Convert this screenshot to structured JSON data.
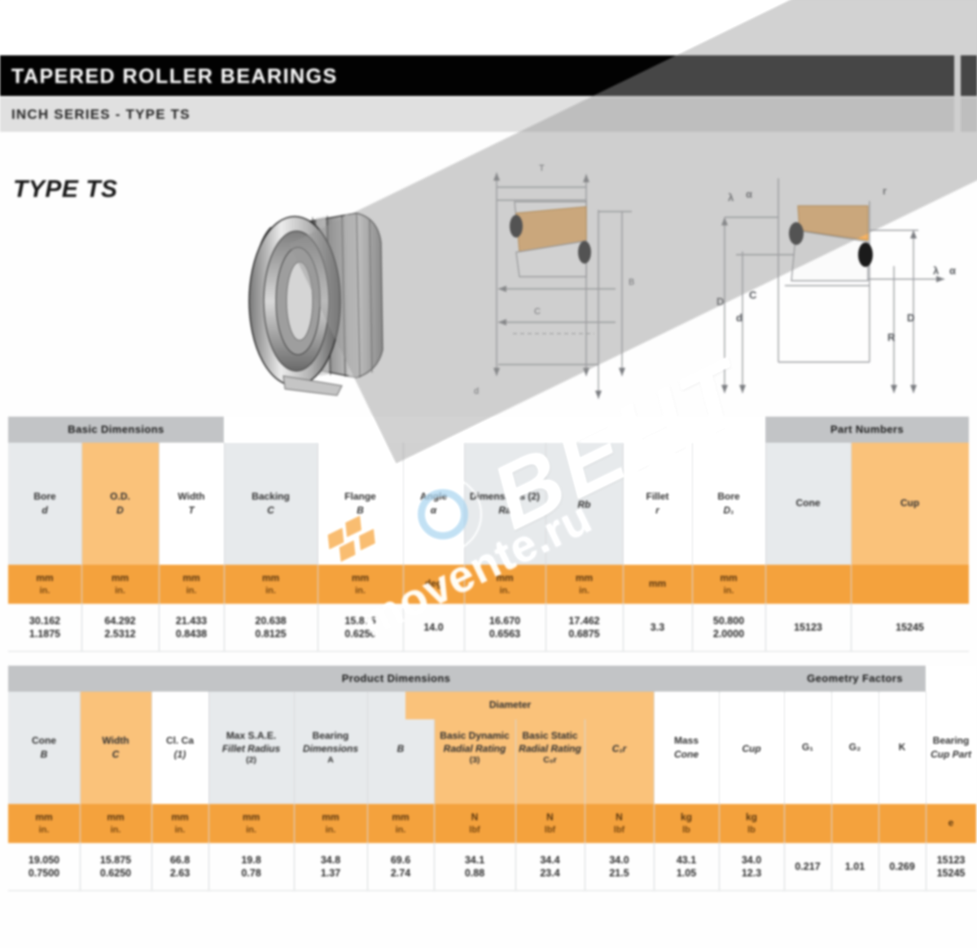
{
  "header": {
    "title": "TAPERED ROLLER BEARINGS",
    "subtitle": "INCH SERIES - TYPE TS",
    "type_label": "TYPE TS"
  },
  "colors": {
    "accent_orange": "#F2A03C",
    "header_gray": "#BFC1C3",
    "tint_orange": "#F7BF78",
    "tint_gray": "#E3E6E8",
    "black_bar": "#070707"
  },
  "diagrams": {
    "bearing_photo": "tapered-roller-bearing-photo",
    "section_a": {
      "name": "bearing-cross-section-diagram",
      "labels": [
        "T",
        "B",
        "C",
        "d",
        "D",
        "R",
        "r"
      ]
    },
    "section_b": {
      "name": "bearing-mounting-dimensions-diagram",
      "labels": [
        "λ",
        "a",
        "b",
        "C",
        "D",
        "d",
        "R",
        "r"
      ]
    }
  },
  "table1": {
    "group_headers": [
      {
        "label": "Basic Dimensions",
        "span": "bore-od-width"
      },
      {
        "label": "",
        "span": "cone-cup-dims"
      },
      {
        "label": "Part Numbers",
        "span": "cone-cup-part"
      }
    ],
    "columns": [
      {
        "label": "Bore",
        "symbol": "d",
        "tint": "gray",
        "unit_mm": "mm",
        "unit_in": "in.",
        "value_mm": "30.162",
        "value_in": "1.1875"
      },
      {
        "label": "O.D.",
        "symbol": "D",
        "tint": "orange",
        "unit_mm": "mm",
        "unit_in": "in.",
        "value_mm": "64.292",
        "value_in": "2.5312"
      },
      {
        "label": "Width",
        "symbol": "T",
        "tint": "white",
        "unit_mm": "mm",
        "unit_in": "in.",
        "value_mm": "21.433",
        "value_in": "0.8438"
      },
      {
        "label": "Backing",
        "symbol": "C",
        "tint": "gray",
        "unit_mm": "mm",
        "unit_in": "in.",
        "value_mm": "20.638",
        "value_in": "0.8125"
      },
      {
        "label": "Flange",
        "symbol": "B",
        "tint": "white",
        "unit_mm": "mm",
        "unit_in": "in.",
        "value_mm": "15.875",
        "value_in": "0.6250"
      },
      {
        "label": "Angle",
        "symbol": "α",
        "tint": "white",
        "unit_mm": "deg",
        "unit_in": "",
        "value_mm": "14.0",
        "value_in": ""
      },
      {
        "label": "Dimensions (2)",
        "symbol": "Ra",
        "tint": "gray",
        "unit_mm": "mm",
        "unit_in": "in.",
        "value_mm": "16.670",
        "value_in": "0.6563"
      },
      {
        "label": "",
        "symbol": "Rb",
        "tint": "gray",
        "unit_mm": "mm",
        "unit_in": "in.",
        "value_mm": "17.462",
        "value_in": "0.6875"
      },
      {
        "label": "Fillet",
        "symbol": "r",
        "tint": "white",
        "unit_mm": "mm",
        "unit_in": "",
        "value_mm": "3.3",
        "value_in": ""
      },
      {
        "label": "Bore",
        "symbol": "D₁",
        "tint": "white",
        "unit_mm": "mm",
        "unit_in": "in.",
        "value_mm": "50.800",
        "value_in": "2.0000"
      },
      {
        "label": "Cone",
        "symbol": "",
        "tint": "gray",
        "unit_mm": "",
        "unit_in": "",
        "value_mm": "15123",
        "value_in": ""
      },
      {
        "label": "Cup",
        "symbol": "",
        "tint": "orange",
        "unit_mm": "",
        "unit_in": "",
        "value_mm": "15245",
        "value_in": ""
      }
    ]
  },
  "table2": {
    "group_headers": [
      {
        "label": "Product Dimensions"
      },
      {
        "label": "Geometry Factors"
      },
      {
        "label": ""
      }
    ],
    "sub_group": {
      "label": "Diameter"
    },
    "columns": [
      {
        "label": "Cone",
        "symbol": "B",
        "tint": "gray",
        "unit_mm": "mm",
        "unit_in": "in.",
        "value_mm": "19.050",
        "value_in": "0.7500"
      },
      {
        "label": "Width",
        "symbol": "C",
        "tint": "orange",
        "unit_mm": "mm",
        "unit_in": "in.",
        "value_mm": "15.875",
        "value_in": "0.6250"
      },
      {
        "label": "Cl. Ca",
        "symbol": "(1)",
        "tint": "white",
        "unit_mm": "mm",
        "unit_in": "in.",
        "value_mm": "66.8",
        "value_in": "2.63"
      },
      {
        "label": "Max S.A.E.",
        "symbol": "Fillet Radius",
        "sub": "(2)",
        "tint": "gray",
        "unit_mm": "mm",
        "unit_in": "in.",
        "value_mm": "19.8",
        "value_in": "0.78"
      },
      {
        "label": "Bearing",
        "symbol": "Dimensions",
        "sub": "A",
        "tint": "gray",
        "unit_mm": "mm",
        "unit_in": "in.",
        "value_mm": "34.8",
        "value_in": "1.37"
      },
      {
        "label": "",
        "symbol": "B",
        "tint": "gray",
        "unit_mm": "mm",
        "unit_in": "in.",
        "value_mm": "69.6",
        "value_in": "2.74"
      },
      {
        "label": "Basic Dynamic",
        "symbol": "Radial Rating",
        "sub": "(3)",
        "tint": "orange",
        "unit_mm": "N",
        "unit_in": "lbf",
        "value_mm": "34.1",
        "value_in": "0.88"
      },
      {
        "label": "Basic Static",
        "symbol": "Radial Rating",
        "sub": "C₀r",
        "tint": "orange",
        "unit_mm": "N",
        "unit_in": "lbf",
        "value_mm": "34.4",
        "value_in": "23.4"
      },
      {
        "label": "",
        "symbol": "C₁r",
        "tint": "orange",
        "unit_mm": "N",
        "unit_in": "lbf",
        "value_mm": "34.0",
        "value_in": "21.5"
      },
      {
        "label": "Mass",
        "symbol": "Cone",
        "tint": "white",
        "unit_mm": "kg",
        "unit_in": "lb",
        "value_mm": "43.1",
        "value_in": "1.05"
      },
      {
        "label": "",
        "symbol": "Cup",
        "tint": "white",
        "unit_mm": "kg",
        "unit_in": "lb",
        "value_mm": "34.0",
        "value_in": "12.3"
      },
      {
        "label": "G₁",
        "symbol": "",
        "tint": "white",
        "unit_mm": "",
        "unit_in": "",
        "value_mm": "0.217",
        "value_in": ""
      },
      {
        "label": "G₂",
        "symbol": "",
        "tint": "white",
        "unit_mm": "",
        "unit_in": "",
        "value_mm": "1.01",
        "value_in": ""
      },
      {
        "label": "K",
        "symbol": "",
        "tint": "white",
        "unit_mm": "",
        "unit_in": "",
        "value_mm": "0.269",
        "value_in": ""
      },
      {
        "label": "Bearing",
        "symbol": "Cup Part",
        "tint": "white",
        "unit_mm": "e",
        "unit_in": "",
        "value_mm": "15123",
        "value_in": "15245"
      }
    ]
  },
  "watermark": {
    "brand": "BEHT",
    "site": "movente.ru",
    "logo": "ring-logo-icon"
  }
}
